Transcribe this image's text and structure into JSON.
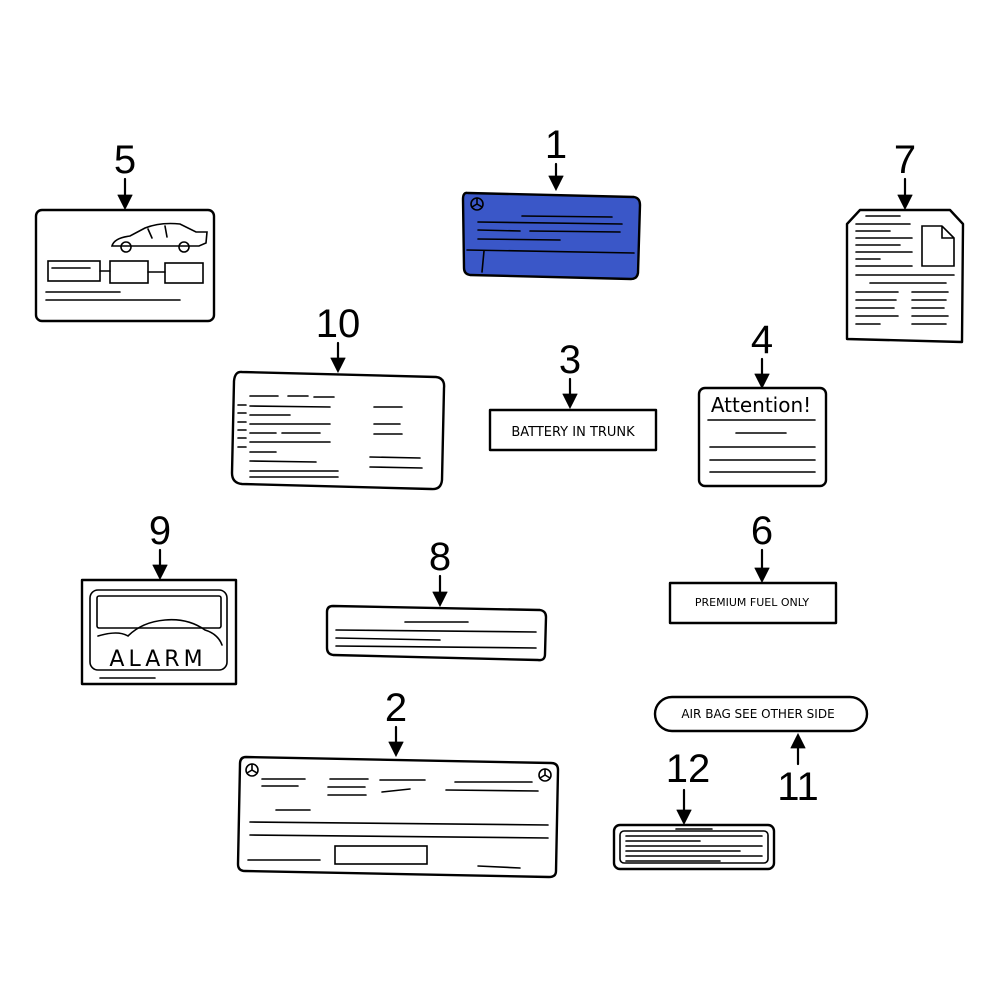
{
  "colors": {
    "highlight": "#3a57c8",
    "line": "#000000",
    "background": "#ffffff"
  },
  "callouts": {
    "c1": "1",
    "c2": "2",
    "c3": "3",
    "c4": "4",
    "c5": "5",
    "c6": "6",
    "c7": "7",
    "c8": "8",
    "c9": "9",
    "c10": "10",
    "c11": "11",
    "c12": "12"
  },
  "labels": {
    "battery": "BATTERY IN TRUNK",
    "attention": "Attention!",
    "fuel": "PREMIUM FUEL ONLY",
    "alarm": "ALARM",
    "airbag": "AIR BAG SEE OTHER SIDE"
  },
  "icons": [
    "mercedes-star-icon",
    "car-silhouette-icon",
    "page-corner-icon"
  ]
}
